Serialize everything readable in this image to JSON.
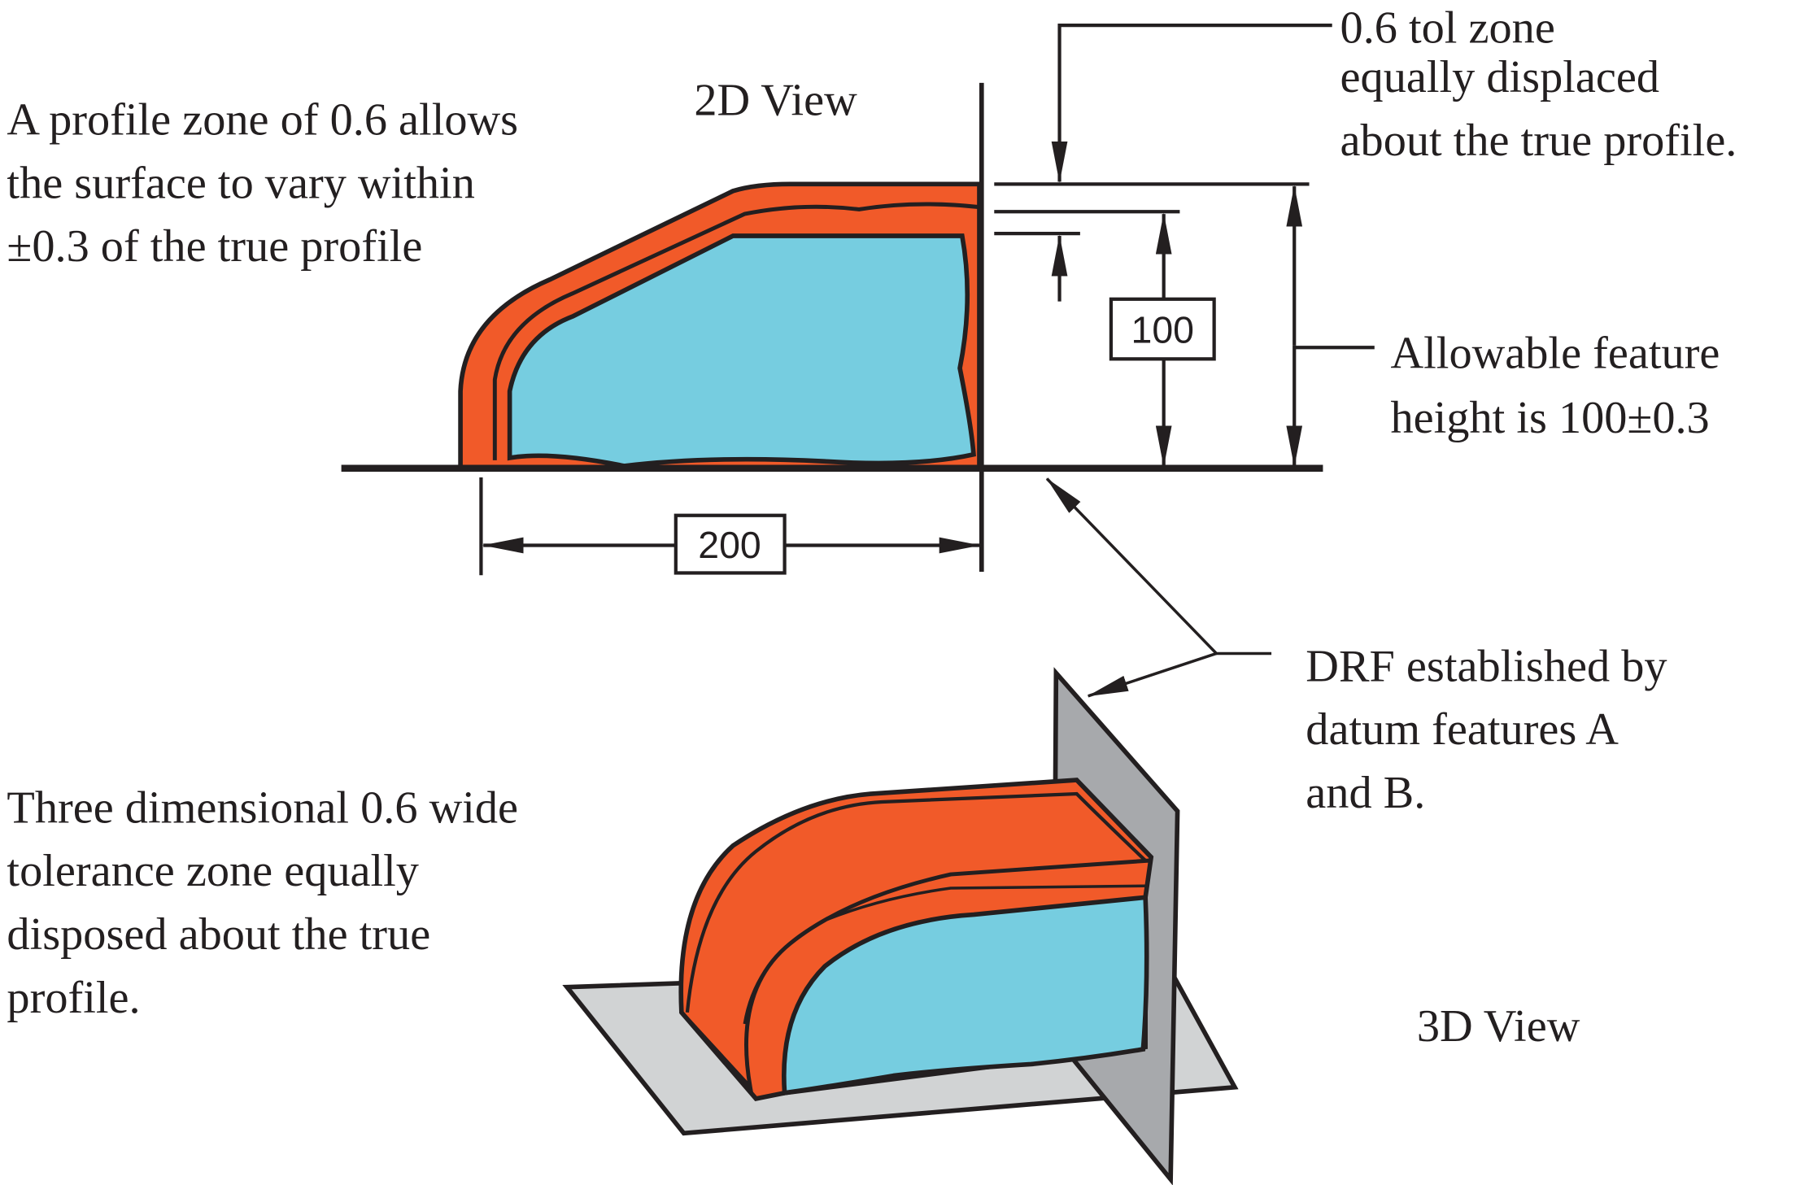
{
  "labels": {
    "view_2d": "2D View",
    "view_3d": "3D View",
    "profile_note": [
      "A profile zone of 0.6 allows",
      "the surface to vary within",
      "±0.3 of the true profile"
    ],
    "tol_zone_note": [
      "0.6 tol zone",
      "equally displaced",
      "about the true profile."
    ],
    "height_note": [
      "Allowable feature",
      "height is 100±0.3"
    ],
    "drf_note": [
      "DRF established by",
      "datum features A",
      "and B."
    ],
    "three_d_note": [
      "Three dimensional 0.6 wide",
      "tolerance zone equally",
      "disposed about the true",
      "profile."
    ]
  },
  "dimensions": {
    "height": "100",
    "width": "200"
  },
  "colors": {
    "tolerance_zone": "#f15a29",
    "part": "#76cde0",
    "base_plane": "#d1d3d4",
    "datum_plane": "#a7a9ac",
    "line": "#231f20"
  }
}
